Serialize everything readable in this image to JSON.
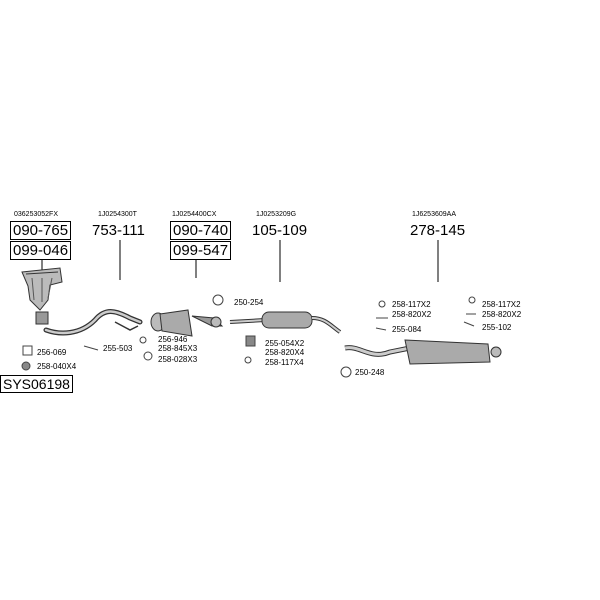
{
  "system_id": "SYS06198",
  "sections": [
    {
      "oe": "036253052FX",
      "parts": [
        "090-765",
        "099-046"
      ]
    },
    {
      "oe": "1J0254300T",
      "parts": [
        "753-111"
      ]
    },
    {
      "oe": "1J0254400CX",
      "parts": [
        "090-740",
        "099-547"
      ]
    },
    {
      "oe": "1J0253209G",
      "parts": [
        "105-109"
      ]
    },
    {
      "oe": "1J6253609AA",
      "parts": [
        "278-145"
      ]
    }
  ],
  "accessories": [
    "256-069",
    "258-040X4",
    "255-503",
    "256-946",
    "258-845X3",
    "258-028X3",
    "250-254",
    "255-054X2",
    "258-820X4",
    "258-117X4",
    "258-117X2",
    "258-820X2",
    "255-084",
    "250-248",
    "258-117X2",
    "258-820X2",
    "255-102"
  ]
}
